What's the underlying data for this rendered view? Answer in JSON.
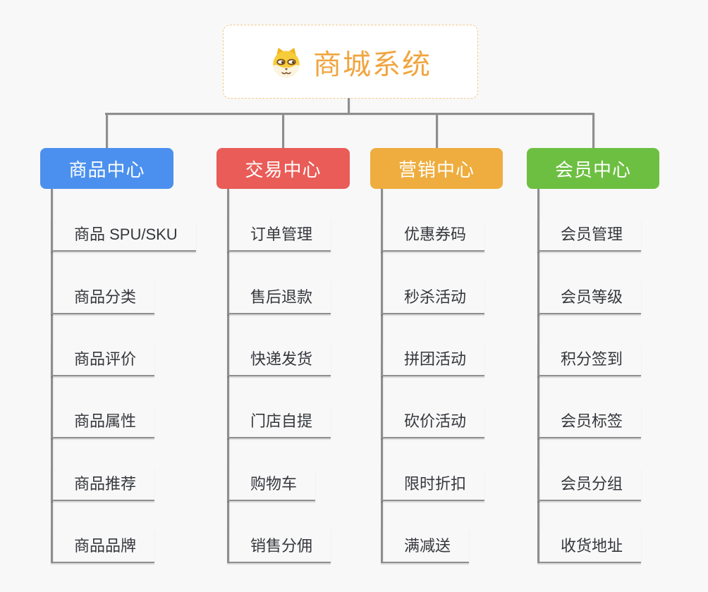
{
  "background": "#f8f8f8",
  "connector_color": "#8e8e8e",
  "underline_color": "#8f8f8f",
  "root": {
    "title": "商城系统",
    "icon": "dog-face-icon",
    "text_color": "#f0a540",
    "border_color": "#f2c98c"
  },
  "branches": [
    {
      "label": "商品中心",
      "color": "#4b90ee",
      "items": [
        "商品 SPU/SKU",
        "商品分类",
        "商品评价",
        "商品属性",
        "商品推荐",
        "商品品牌"
      ]
    },
    {
      "label": "交易中心",
      "color": "#e95c57",
      "items": [
        "订单管理",
        "售后退款",
        "快递发货",
        "门店自提",
        "购物车",
        "销售分佣"
      ]
    },
    {
      "label": "营销中心",
      "color": "#eead3e",
      "items": [
        "优惠券码",
        "秒杀活动",
        "拼团活动",
        "砍价活动",
        "限时折扣",
        "满减送"
      ]
    },
    {
      "label": "会员中心",
      "color": "#6dbf42",
      "items": [
        "会员管理",
        "会员等级",
        "积分签到",
        "会员标签",
        "会员分组",
        "收货地址"
      ]
    }
  ]
}
